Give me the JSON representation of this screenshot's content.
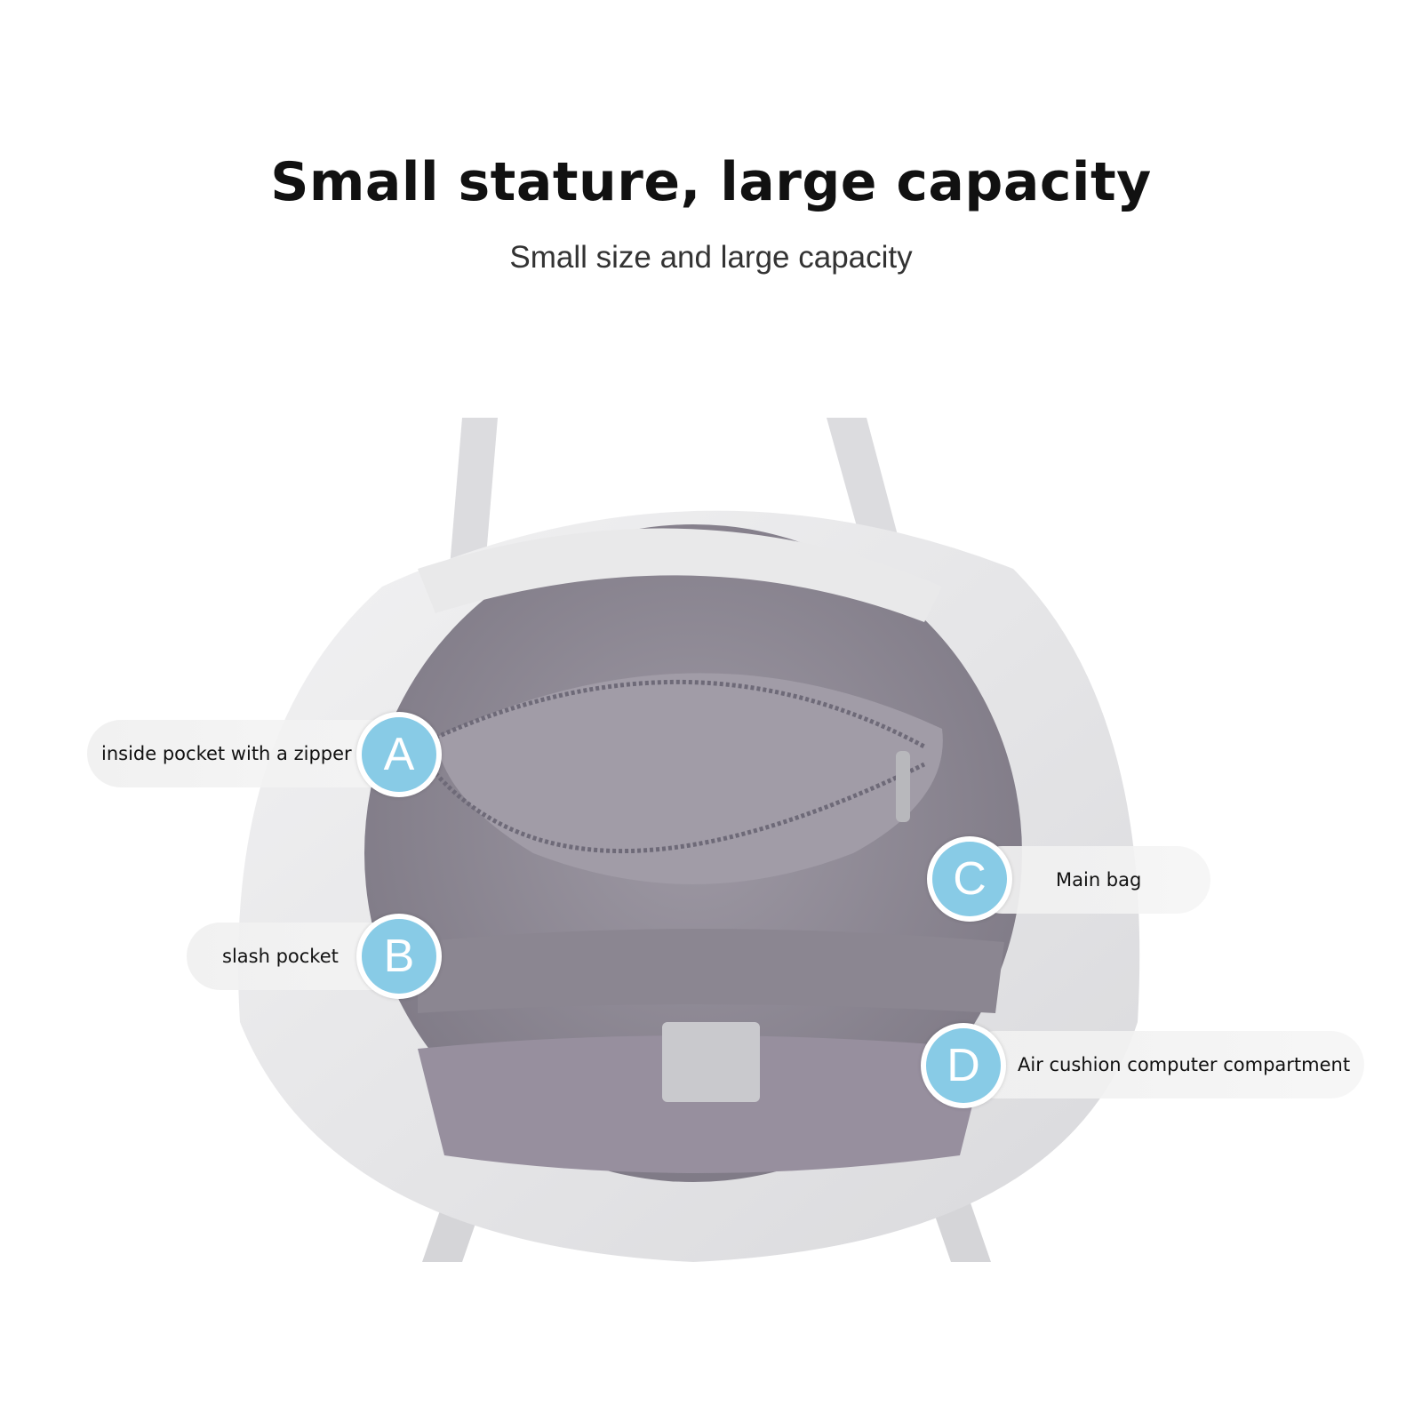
{
  "header": {
    "title": "Small stature, large capacity",
    "subtitle": "Small size and large capacity"
  },
  "callouts": [
    {
      "letter": "A",
      "label": "inside pocket with a zipper"
    },
    {
      "letter": "B",
      "label": "slash pocket"
    },
    {
      "letter": "C",
      "label": "Main bag"
    },
    {
      "letter": "D",
      "label": "Air cushion computer compartment"
    }
  ],
  "colors": {
    "badge": "#88cbe6",
    "lining": "#8f8a96",
    "bag_shell": "#e8e8ea"
  }
}
